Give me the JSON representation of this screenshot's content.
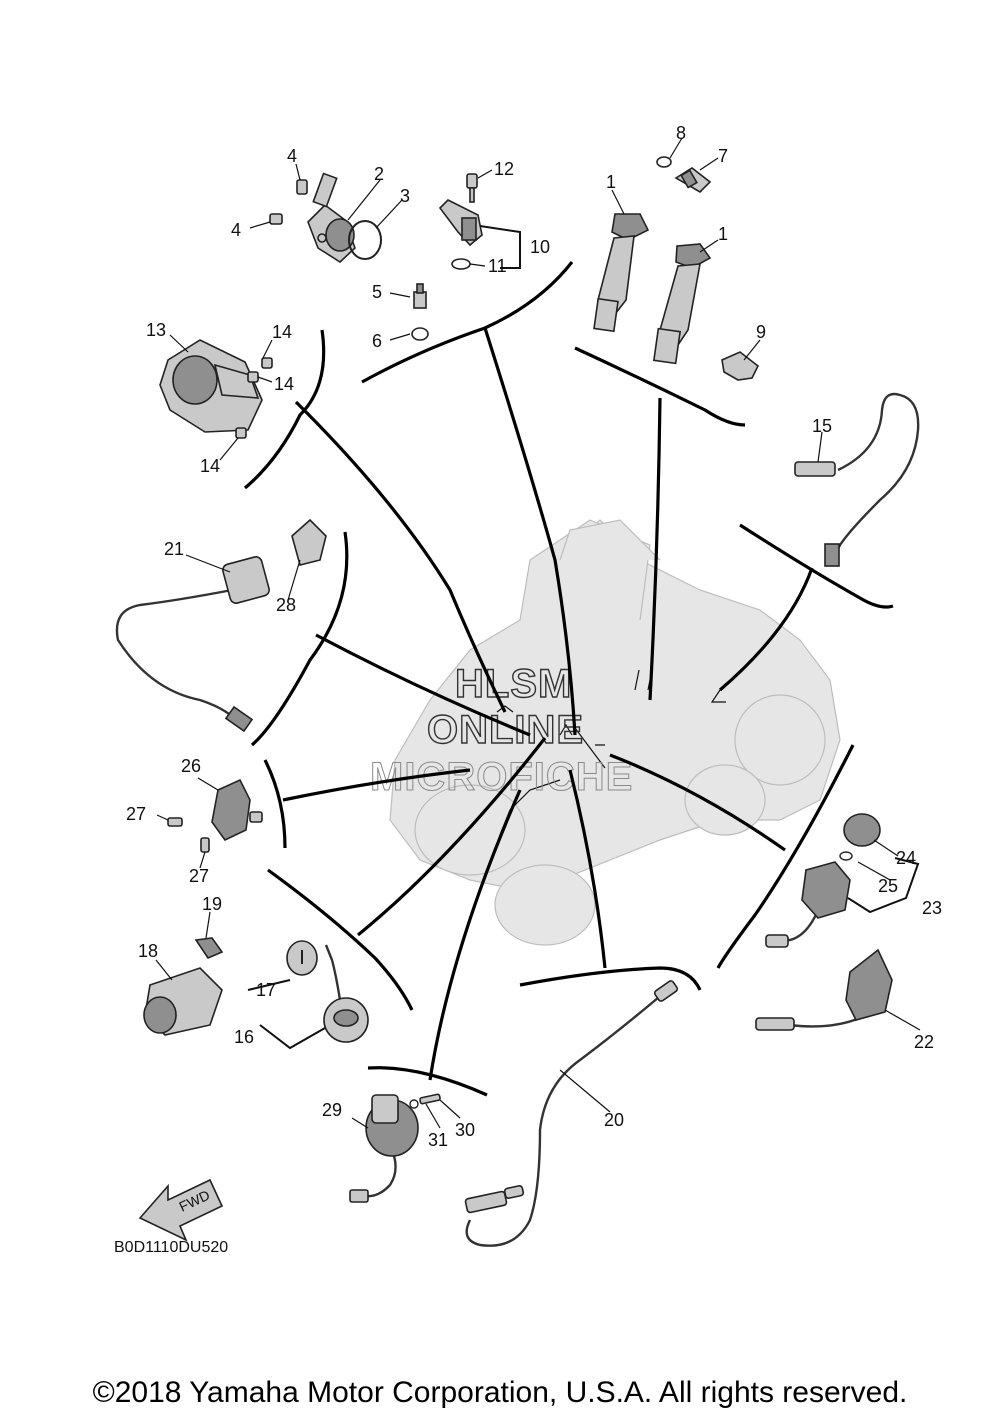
{
  "diagram": {
    "part_labels": [
      "1",
      "1",
      "2",
      "3",
      "4",
      "4",
      "5",
      "6",
      "7",
      "8",
      "9",
      "10",
      "11",
      "12",
      "13",
      "14",
      "14",
      "14",
      "15",
      "16",
      "17",
      "18",
      "19",
      "20",
      "21",
      "22",
      "23",
      "24",
      "25",
      "26",
      "27",
      "27",
      "28",
      "29",
      "30",
      "31"
    ],
    "drawing_code": "B0D1110DU520",
    "fwd_label": "FWD",
    "watermark": [
      "HLSM",
      "ONLINE",
      "MICROFICHE"
    ]
  },
  "footer": {
    "copyright": "©2018 Yamaha Motor Corporation, U.S.A. All rights reserved."
  }
}
